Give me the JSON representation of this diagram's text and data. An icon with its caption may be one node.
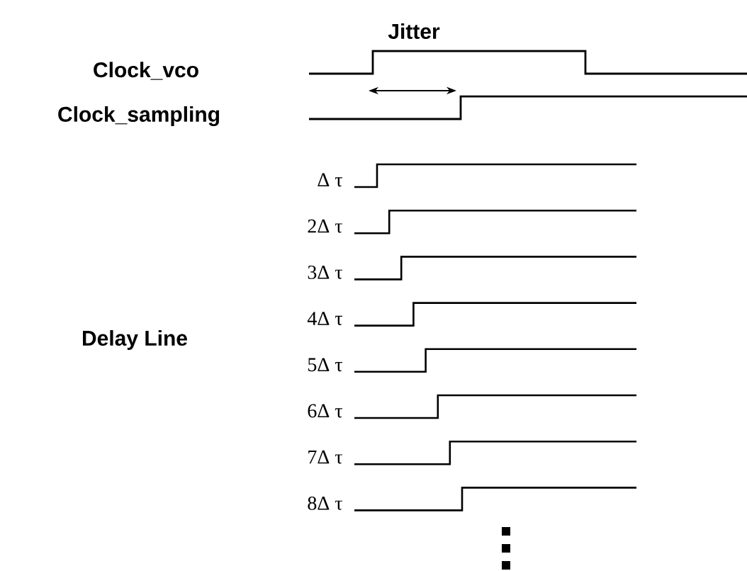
{
  "diagram": {
    "labels": [
      "Jitter",
      "Clock_vco",
      "Clock_sampling",
      "Δ τ",
      "2Δ τ",
      "3Δ τ",
      "4Δ τ",
      "5Δ τ",
      "6Δ τ",
      "7Δ τ",
      "8Δ τ",
      "Delay Line"
    ]
  }
}
